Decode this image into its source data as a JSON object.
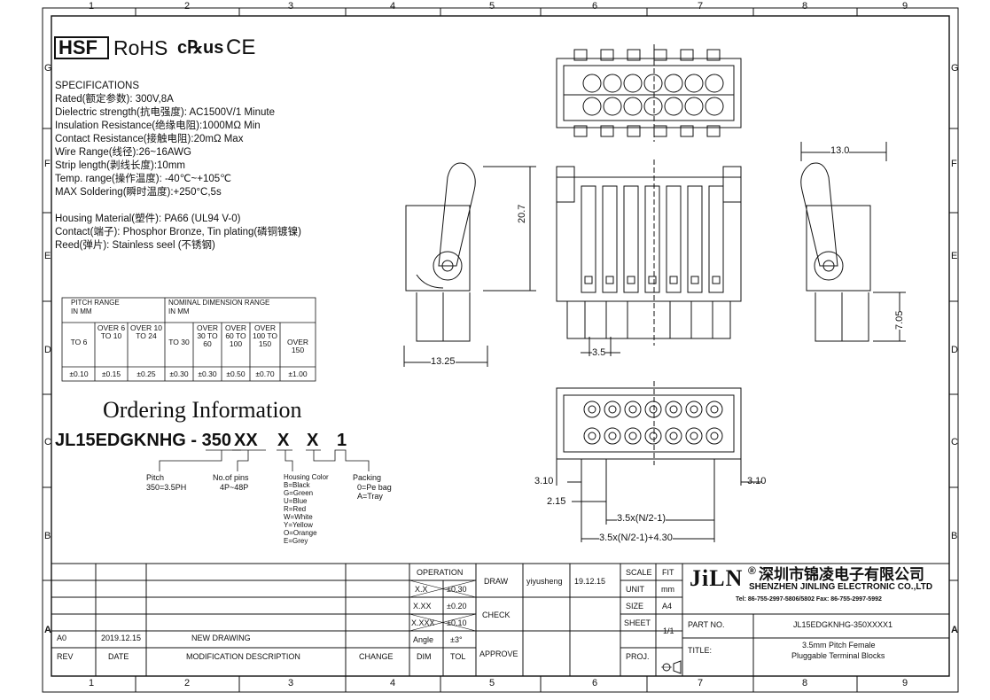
{
  "zones_top": [
    "1",
    "2",
    "3",
    "4",
    "5",
    "6",
    "7",
    "8",
    "9"
  ],
  "zones_side": [
    "G",
    "F",
    "E",
    "D",
    "C",
    "B",
    "A"
  ],
  "logos": {
    "hsf": "HSF",
    "rohs": "RoHS",
    "ul": "c℞us",
    "ce": "CE"
  },
  "specs": {
    "heading": "SPECIFICATIONS",
    "lines": [
      "Rated(额定参数): 300V,8A",
      "Dielectric strength(抗电强度): AC1500V/1 Minute",
      "Insulation Resistance(绝缘电阻):1000MΩ Min",
      "Contact Resistance(接触电阻):20mΩ Max",
      "Wire Range(线径):26~16AWG",
      "Strip length(剥线长度):10mm",
      "Temp. range(操作温度): -40℃~+105℃",
      "MAX Soldering(瞬时温度):+250°C,5s"
    ],
    "lines2": [
      "Housing Material(塑件): PA66 (UL94 V-0)",
      "Contact(端子): Phosphor Bronze, Tin plating(磷铜镀镍)",
      "Reed(弹片): Stainless seel (不锈钢)"
    ]
  },
  "tolerance_table": {
    "pitch_range": "PITCH RANGE",
    "in_mm": "IN MM",
    "nominal": "NOMINAL DIMENSION RANGE",
    "cols": [
      {
        "h": "TO 6",
        "v": "±0.10"
      },
      {
        "h": "OVER 6 TO 10",
        "v": "±0.15"
      },
      {
        "h": "OVER 10 TO 24",
        "v": "±0.25"
      },
      {
        "h": "TO 30",
        "v": "±0.30"
      },
      {
        "h": "OVER 30 TO 60",
        "v": "±0.30"
      },
      {
        "h": "OVER 60 TO 100",
        "v": "±0.50"
      },
      {
        "h": "OVER 100 TO 150",
        "v": "±0.70"
      },
      {
        "h": "OVER 150",
        "v": "±1.00"
      }
    ]
  },
  "ordering": {
    "title": "Ordering Information",
    "part_prefix": "JL15EDGKNHG - 350",
    "part_xx": "XX",
    "part_x1": "X",
    "part_x2": "X",
    "part_1": "1",
    "pitch": "Pitch",
    "pitch_val": "350=3.5PH",
    "pins": "No.of pins",
    "pins_val": "4P~48P",
    "color": "Housing Color",
    "color_vals": [
      "B=Black",
      "G=Green",
      "U=Blue",
      "R=Red",
      "W=White",
      "Y=Yellow",
      "O=Orange",
      "E=Grey"
    ],
    "packing": "Packing",
    "packing_vals": [
      "0=Pe bag",
      "A=Tray"
    ]
  },
  "dims": {
    "d_13_0": "13.0",
    "d_20_7": "20.7",
    "d_7_05": "7.05",
    "d_13_25": "13.25",
    "d_3_5": "3.5",
    "d_3_10_l": "3.10",
    "d_3_10_r": "3.10",
    "d_2_15": "2.15",
    "d_n2": "3.5x(N/2-1)",
    "d_n2b": "3.5x(N/2-1)+4.30"
  },
  "title_block": {
    "operation": "OPERATION",
    "tol_rows": [
      [
        "X.X",
        "±0.30"
      ],
      [
        "X.XX",
        "±0.20"
      ],
      [
        "X.XXX",
        "±0.10"
      ],
      [
        "Angle",
        "±3°"
      ]
    ],
    "dim": "DIM",
    "tol": "TOL",
    "draw": "DRAW",
    "drawer": "yiyusheng",
    "draw_date": "19.12.15",
    "check": "CHECK",
    "approve": "APPROVE",
    "scale": "SCALE",
    "scale_v": "FIT",
    "unit": "UNIT",
    "unit_v": "mm",
    "size": "SIZE",
    "size_v": "A4",
    "sheet": "SHEET",
    "sheet_v": "1/1",
    "proj": "PROJ.",
    "company_logo": "JiLN",
    "reg": "®",
    "company_cn": "深圳市锦凌电子有限公司",
    "company_en": "SHENZHEN JINLING ELECTRONIC CO.,LTD",
    "tel": "Tel: 86-755-2997-5806/5802   Fax: 86-755-2997-5992",
    "part_no_label": "PART NO.",
    "part_no": "JL15EDGKNHG-350XXXX1",
    "title_label": "TITLE:",
    "title_1": "3.5mm Pitch Female",
    "title_2": "Pluggable Terminal Blocks",
    "rev_row": {
      "rev": "A0",
      "date": "2019.12.15",
      "desc": "NEW DRAWING"
    },
    "rev_head": {
      "rev": "REV",
      "date": "DATE",
      "desc": "MODIFICATION DESCRIPTION",
      "change": "CHANGE"
    }
  }
}
